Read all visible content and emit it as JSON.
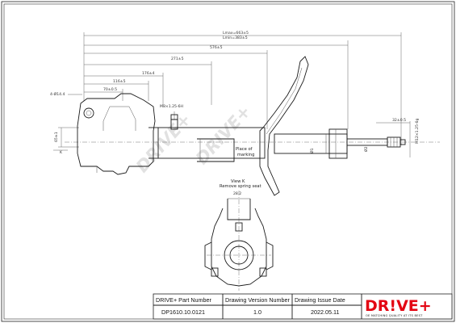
{
  "dimensions": {
    "lmax": "Lmax=663±5",
    "lmin": "Lmin=383±5",
    "d576": "576±5",
    "d271": "271±5",
    "d176": "176±4",
    "d116": "116±5",
    "d70": "70±0.5",
    "hole": "4-Ø14.4",
    "thread_m8": "M8×1.25-6H",
    "d32": "32±0.5",
    "thread_m12": "M12×1.25-6g",
    "phi1": "Ø1",
    "phi2": "Ø2",
    "d65": "65±1",
    "d28": "28.2",
    "k": "K"
  },
  "labels": {
    "place_of_marking": [
      "Place of",
      "marking"
    ],
    "view_k": "View K",
    "remove_spring_seat": "Remove spring seat"
  },
  "watermark": "DRIVE+",
  "title_block": {
    "headers": {
      "part_number": "DRIVE+ Part Number",
      "drawing_version": "Drawing Version  Number",
      "issue_date": "Drawing Issue Date"
    },
    "values": {
      "part_number": "DP1610.10.0121",
      "drawing_version": "1.0",
      "issue_date": "2022.05.11"
    }
  },
  "logo": {
    "brand": "DR!VE+",
    "tagline": "OE MATCHING QUALITY AT ITS BEST",
    "color": "#e30613"
  }
}
